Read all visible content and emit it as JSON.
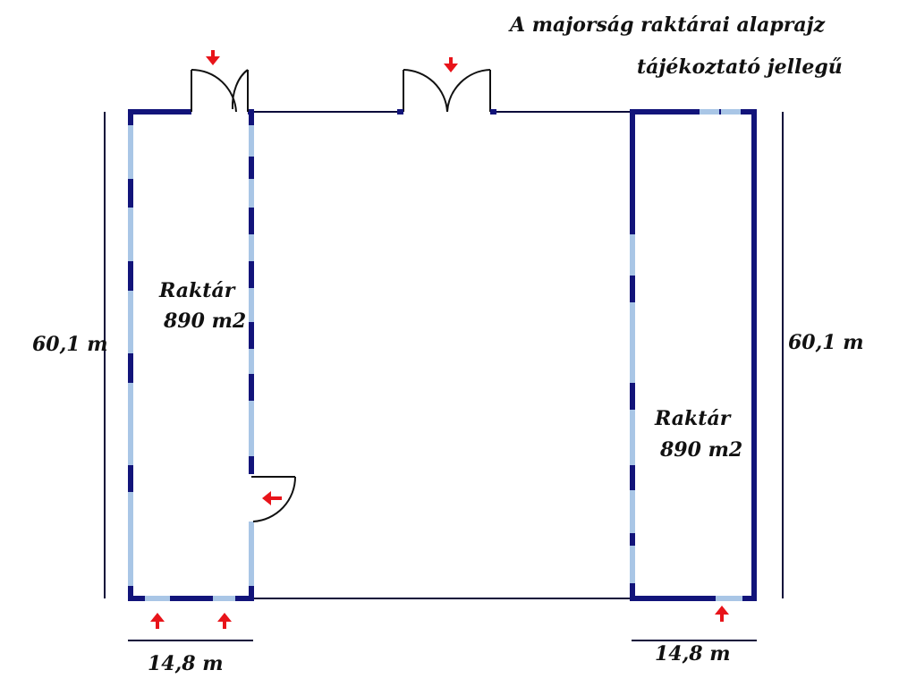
{
  "title": {
    "line1": "A majorság raktárai alaprajz",
    "line2": "tájékoztató jellegű"
  },
  "left_room": {
    "name": "Raktár",
    "area": "890 m2",
    "height_label": "60,1 m",
    "width_label": "14,8 m"
  },
  "right_room": {
    "name": "Raktár",
    "area": "890 m2",
    "height_label": "60,1 m",
    "width_label": "14,8 m"
  },
  "colors": {
    "wall": "#12147a",
    "window": "#a9c6e6",
    "arrow": "#e8141a",
    "thin_line": "#0c0c3a"
  }
}
